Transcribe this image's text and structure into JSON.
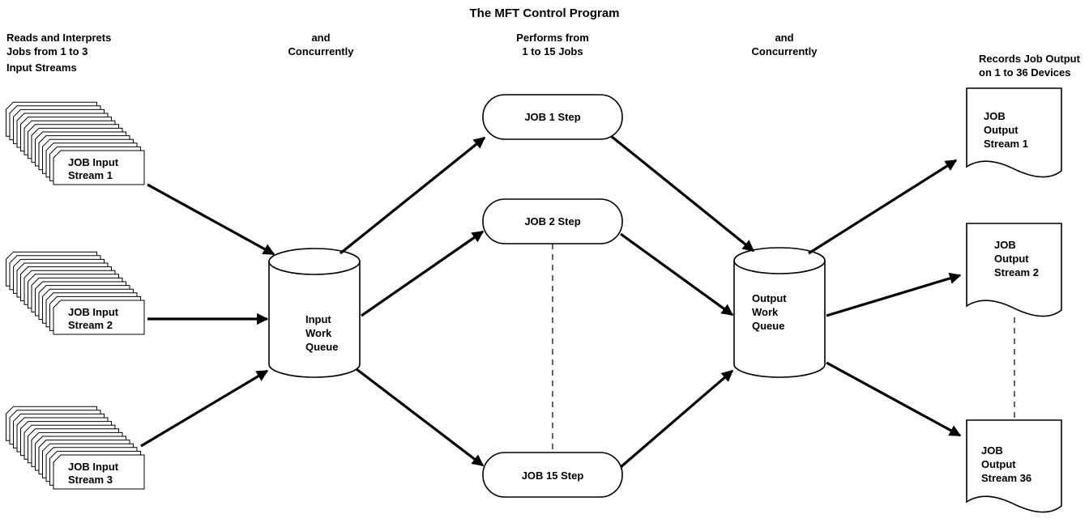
{
  "title": "The MFT Control Program",
  "headers": {
    "col1": [
      "Reads and Interprets",
      "Jobs from 1 to 3",
      "Input Streams"
    ],
    "col2": [
      "and",
      "Concurrently"
    ],
    "col3": [
      "Performs from",
      "1 to 15 Jobs"
    ],
    "col4": [
      "and",
      "Concurrently"
    ],
    "col5": [
      "Records Job Output",
      "on 1 to 36 Devices"
    ]
  },
  "input_streams": [
    [
      "JOB Input",
      "Stream 1"
    ],
    [
      "JOB Input",
      "Stream 2"
    ],
    [
      "JOB Input",
      "Stream 3"
    ]
  ],
  "input_queue": [
    "Input",
    "Work",
    "Queue"
  ],
  "job_steps": [
    "JOB 1 Step",
    "JOB 2 Step",
    "JOB 15 Step"
  ],
  "output_queue": [
    "Output",
    "Work",
    "Queue"
  ],
  "output_streams": [
    [
      "JOB",
      "Output",
      "Stream 1"
    ],
    [
      "JOB",
      "Output",
      "Stream 2"
    ],
    [
      "JOB",
      "Output",
      "Stream 36"
    ]
  ]
}
